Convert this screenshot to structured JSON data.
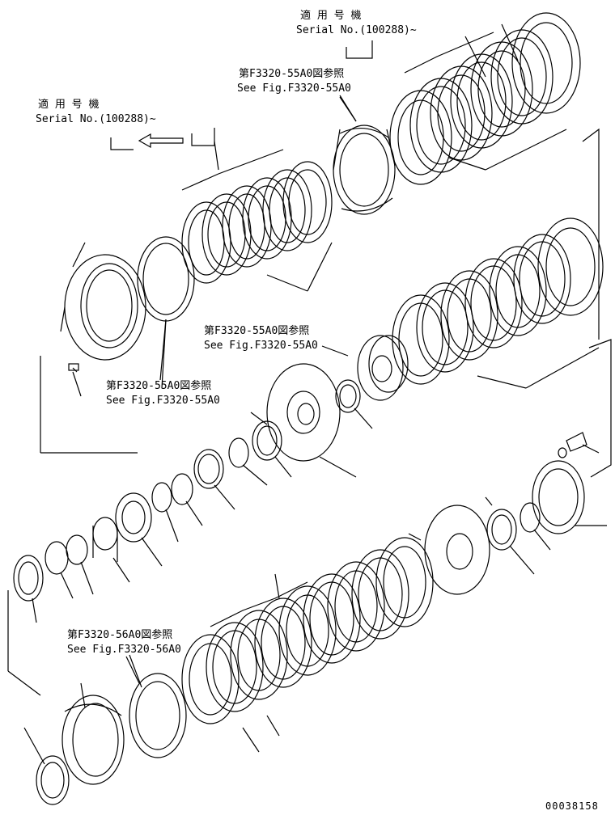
{
  "callouts": {
    "serial_top_right": {
      "jp": "適 用 号 機",
      "en": "Serial No.(100288)~"
    },
    "serial_left": {
      "jp": "適 用 号 機",
      "en": "Serial No.(100288)~"
    },
    "ref_top": {
      "jp": "第F3320-55A0図参照",
      "en": "See Fig.F3320-55A0"
    },
    "ref_middle": {
      "jp": "第F3320-55A0図参照",
      "en": "See Fig.F3320-55A0"
    },
    "ref_left": {
      "jp": "第F3320-55A0図参照",
      "en": "See Fig.F3320-55A0"
    },
    "ref_bottom": {
      "jp": "第F3320-56A0図参照",
      "en": "See Fig.F3320-56A0"
    }
  },
  "drawing_number": "00038158"
}
